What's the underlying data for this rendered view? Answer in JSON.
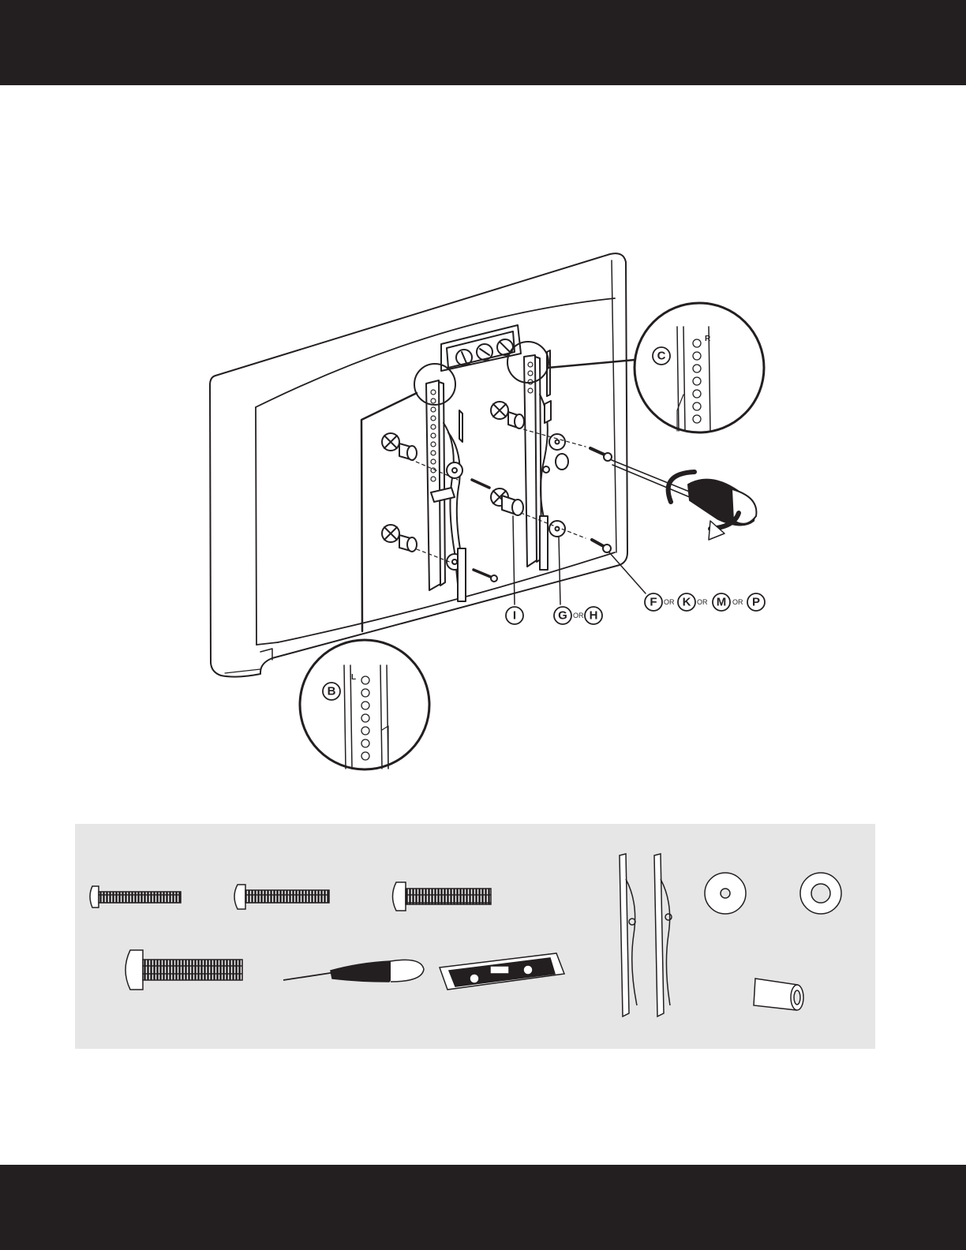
{
  "labels": {
    "bracket_left": "B",
    "bracket_right": "C",
    "spacer": "I",
    "washer_g": "G",
    "washer_h": "H",
    "screw_f": "F",
    "screw_k": "K",
    "screw_m": "M",
    "screw_p": "P",
    "or_word": "OR",
    "mark_left": "L",
    "mark_right": "R"
  },
  "colors": {
    "band": "#231f20",
    "panel": "#e6e6e7",
    "line": "#231f20"
  }
}
